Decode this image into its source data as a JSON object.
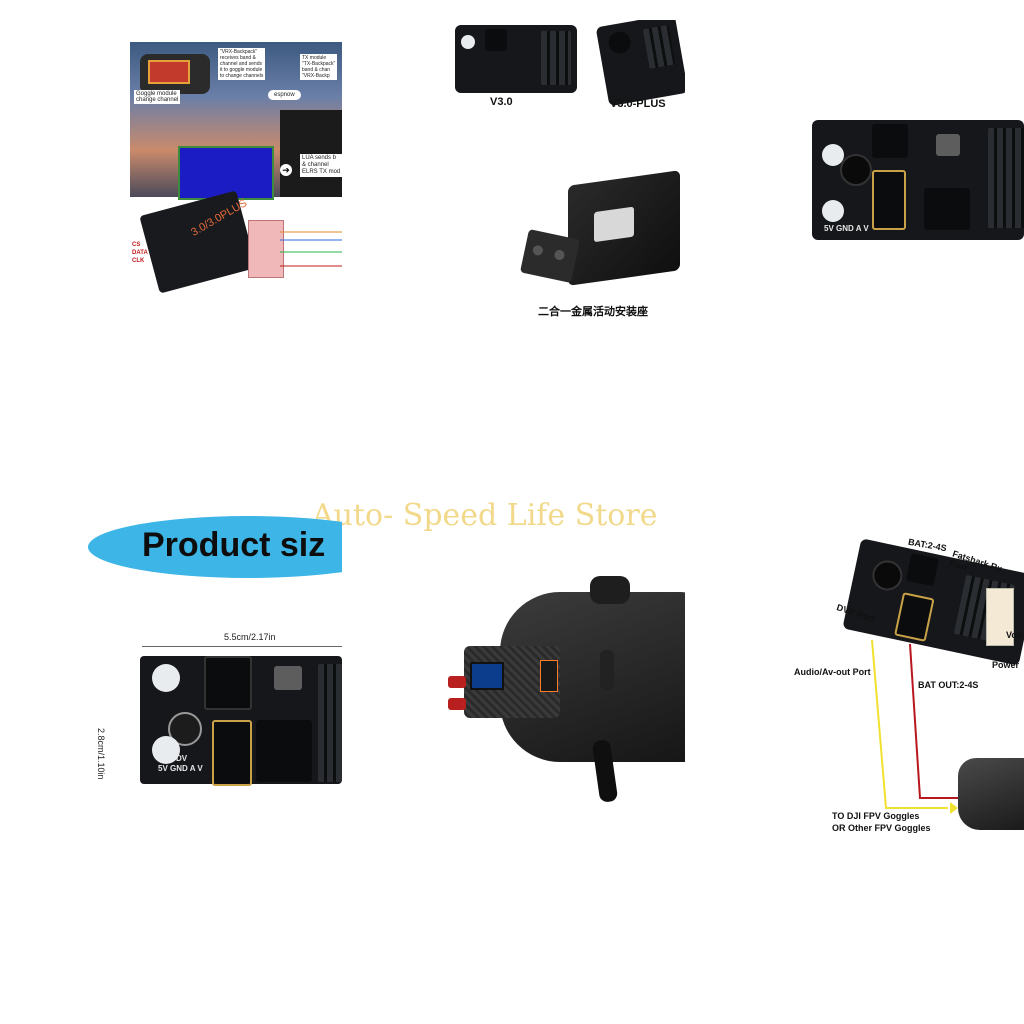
{
  "watermark": "Auto- Speed Life Store",
  "tile_collage": {
    "goggle_caption": "Goggle module\nchange channel",
    "vrx_caption": "\"VRX-Backpack\"\nreceives band &\nchannel and sends\nit to goggle module\nto change channels",
    "tx_caption": "TX module\n\"TX-Backpack\"\nband & chan\n\"VRX-Backp",
    "espnow": "espnow",
    "lua_caption": "LUA sends b\n& channel\nELRS TX mod",
    "version_tag": "3.0/3.0PLUS",
    "cs_label": "CS",
    "data_label": "DATA",
    "clk_label": "CLK"
  },
  "tile_versions": {
    "v30": "V3.0",
    "v30plus": "V3.0-PLUS",
    "mount_caption": "二合一金属活动安装座"
  },
  "tile_board_right": {
    "silk": "5V GND A  V"
  },
  "tile_size": {
    "banner": "Product siz",
    "width_label": "5.5cm/2.17in",
    "height_label": "2.8cm/1.10in",
    "silk1": "DV",
    "silk2": "5V GND A V"
  },
  "tile_wiring": {
    "bat_in": "BAT:2-4S",
    "fatshark": "Fatshark Rx\nPort",
    "dvr": "DVR Port",
    "volt": "Volt",
    "power": "Power",
    "audio": "Audio/Av-out Port",
    "bat_out": "BAT OUT:2-4S",
    "goggles": "TO DJI FPV Goggles\nOR Other FPV Goggles"
  },
  "colors": {
    "watermark": "#f2d98a",
    "banner": "#3db5e6",
    "pcb": "#15171a",
    "wire_yellow": "#f0e130",
    "wire_red": "#b8171f"
  }
}
